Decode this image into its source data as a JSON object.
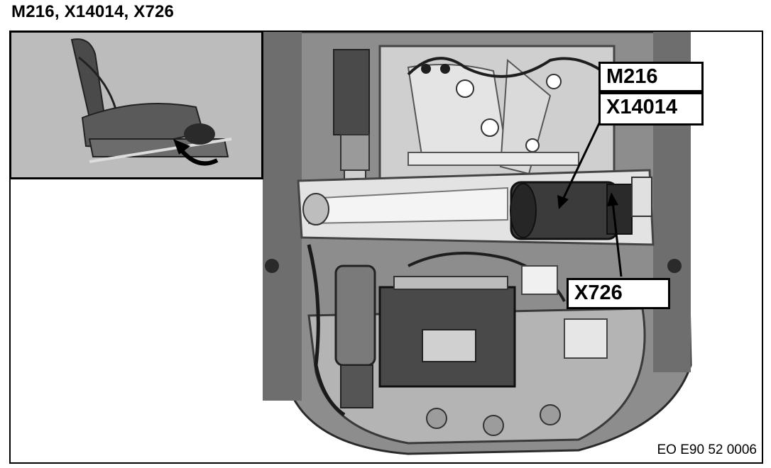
{
  "header": {
    "title": "M216, X14014, X726"
  },
  "callouts": {
    "m216": "M216",
    "x14014": "X14014",
    "x726": "X726"
  },
  "footer": {
    "reference": "EO E90 52 0006"
  }
}
